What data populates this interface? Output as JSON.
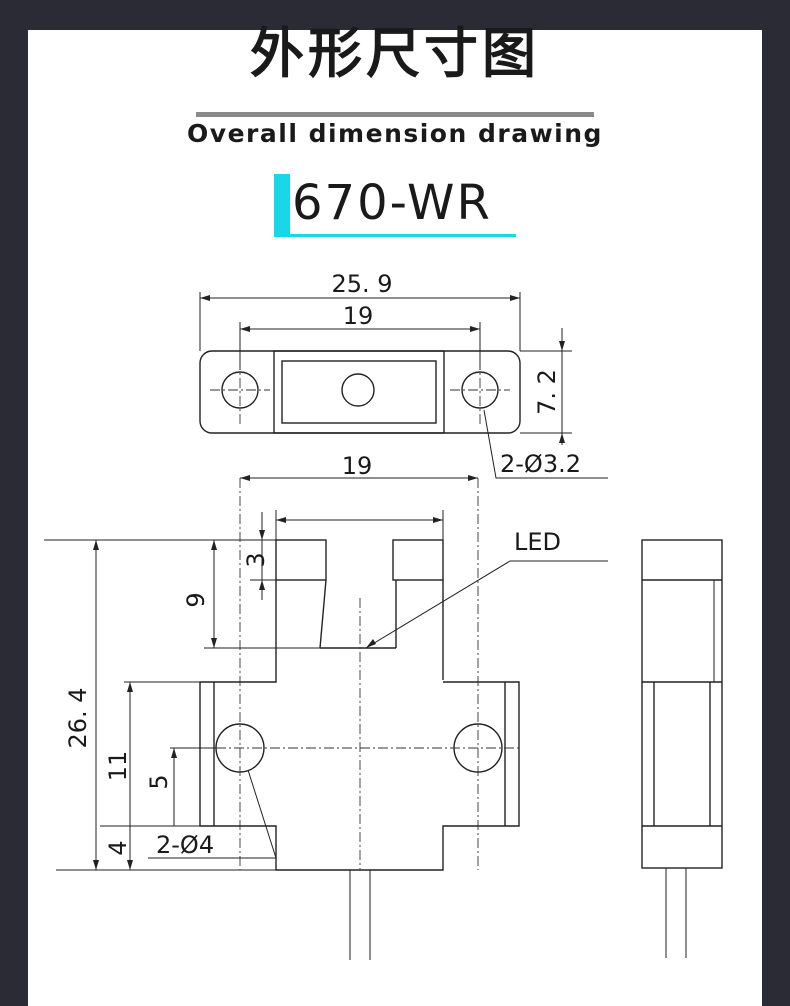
{
  "title": {
    "chinese": "外形尺寸图",
    "english": "Overall dimension drawing"
  },
  "model": "670-WR",
  "colors": {
    "background": "#2a2b35",
    "sheet": "#ffffff",
    "accent": "#19d7e6",
    "rule": "#8a8a8a"
  },
  "top_view": {
    "overall_width": "25. 9",
    "hole_spacing": "19",
    "height": "7. 2",
    "hole_note": "2-Ø3.2"
  },
  "front_view": {
    "hole_spacing": "19",
    "slot_depth": "9",
    "top_offset": "3",
    "overall_height": "26. 4",
    "body_height": "11",
    "hole_height": "5",
    "bottom_offset": "4",
    "hole_note": "2-Ø4",
    "led_label": "LED"
  }
}
